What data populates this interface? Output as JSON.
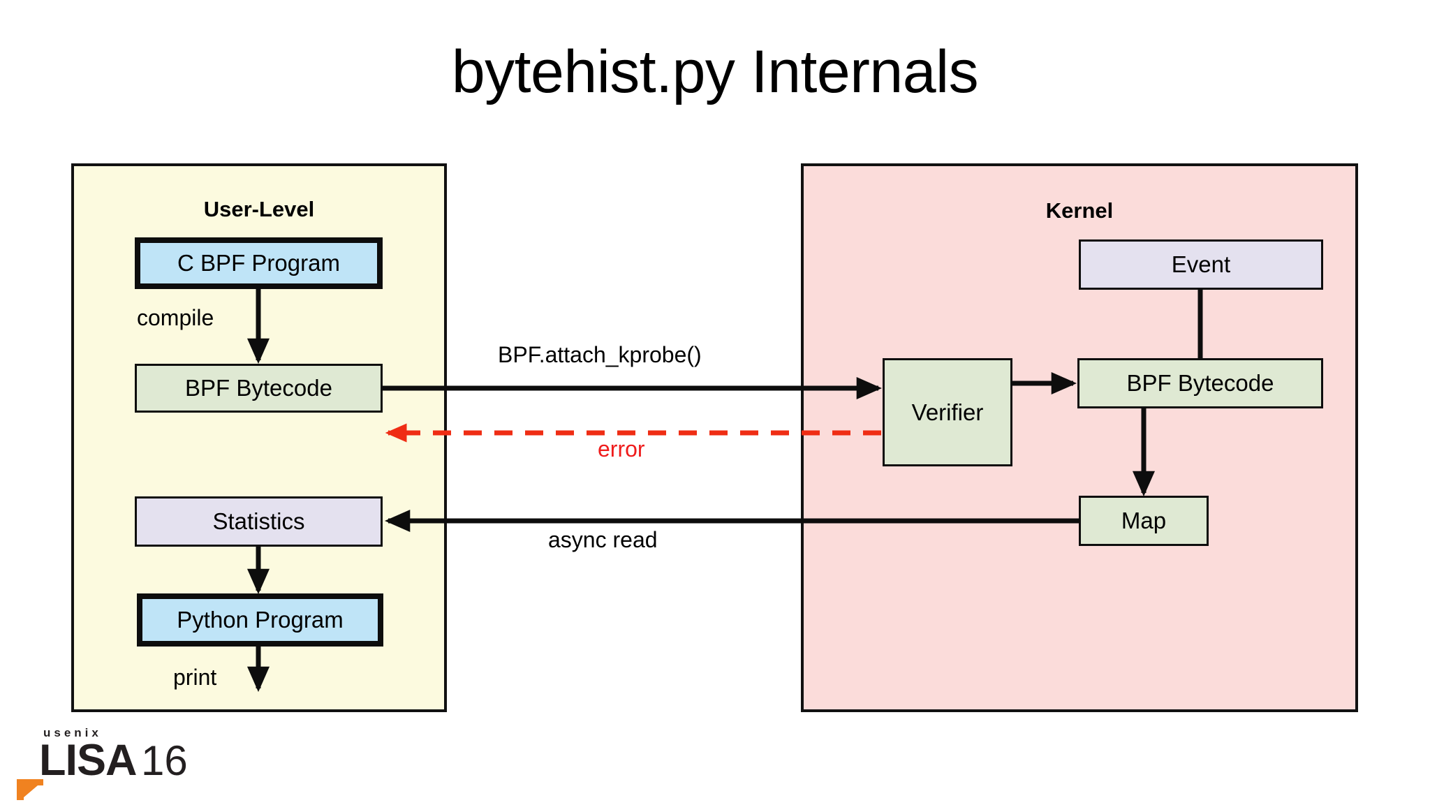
{
  "slide": {
    "title": "bytehist.py Internals"
  },
  "panels": {
    "user": {
      "title": "User-Level",
      "fill": "#fcfadf"
    },
    "kernel": {
      "title": "Kernel",
      "fill": "#fbdcda"
    }
  },
  "nodes": {
    "c_bpf_program": "C BPF Program",
    "bpf_bytecode_user": "BPF Bytecode",
    "statistics": "Statistics",
    "python_program": "Python Program",
    "event": "Event",
    "verifier": "Verifier",
    "bpf_bytecode_kernel": "BPF Bytecode",
    "map": "Map"
  },
  "edge_labels": {
    "compile": "compile",
    "print": "print",
    "attach_kprobe": "BPF.attach_kprobe()",
    "async_read": "async read",
    "error": "error"
  },
  "colors": {
    "box_blue": "#bfe4f7",
    "box_green": "#dfe9d3",
    "box_purple": "#e4e1ef",
    "panel_user": "#fcfadf",
    "panel_kernel": "#fbdcda",
    "error_red": "#ef1c1c",
    "logo_orange": "#f08220",
    "logo_dark": "#231f20",
    "stroke": "#0d0d0d"
  },
  "logo": {
    "usenix": "usenix",
    "lisa": "LISA",
    "year": "16"
  }
}
